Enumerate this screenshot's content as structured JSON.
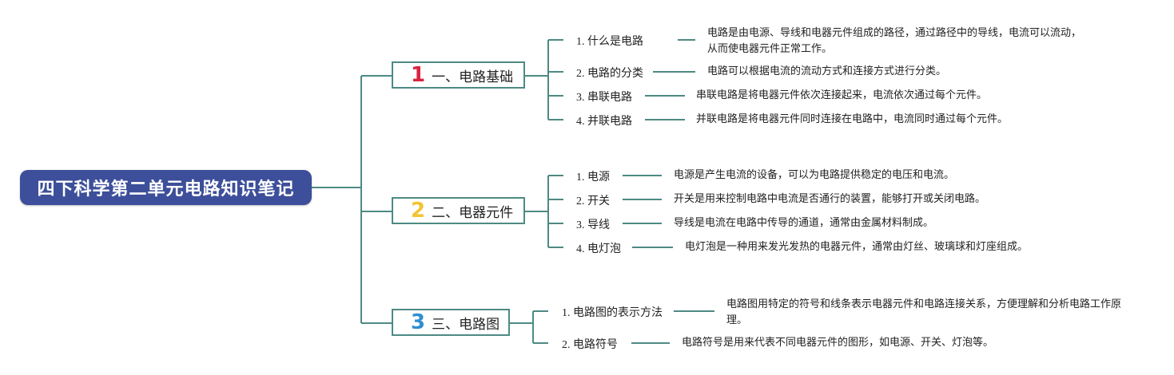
{
  "root": {
    "title": "四下科学第二单元电路知识笔记"
  },
  "branches": [
    {
      "num": "1",
      "title": "一、电路基础",
      "items": [
        {
          "label": "1. 什么是电路",
          "desc": "电路是由电源、导线和电器元件组成的路径，通过路径中的导线，电流可以流动，从而使电器元件正常工作。"
        },
        {
          "label": "2. 电路的分类",
          "desc": "电路可以根据电流的流动方式和连接方式进行分类。"
        },
        {
          "label": "3. 串联电路",
          "desc": "串联电路是将电器元件依次连接起来，电流依次通过每个元件。"
        },
        {
          "label": "4. 并联电路",
          "desc": "并联电路是将电器元件同时连接在电路中，电流同时通过每个元件。"
        }
      ]
    },
    {
      "num": "2",
      "title": "二、电器元件",
      "items": [
        {
          "label": "1. 电源",
          "desc": "电源是产生电流的设备，可以为电路提供稳定的电压和电流。"
        },
        {
          "label": "2. 开关",
          "desc": "开关是用来控制电路中电流是否通行的装置，能够打开或关闭电路。"
        },
        {
          "label": "3. 导线",
          "desc": "导线是电流在电路中传导的通道，通常由金属材料制成。"
        },
        {
          "label": "4. 电灯泡",
          "desc": "电灯泡是一种用来发光发热的电器元件，通常由灯丝、玻璃球和灯座组成。"
        }
      ]
    },
    {
      "num": "3",
      "title": "三、电路图",
      "items": [
        {
          "label": "1. 电路图的表示方法",
          "desc": "电路图用特定的符号和线条表示电器元件和电路连接关系，方便理解和分析电路工作原理。"
        },
        {
          "label": "2. 电路符号",
          "desc": "电路符号是用来代表不同电器元件的图形，如电源、开关、灯泡等。"
        }
      ]
    }
  ],
  "colors": {
    "root_bg": "#3d4f9a",
    "line": "#4d8a83",
    "num1": "#d9243f",
    "num2": "#f2c431",
    "num3": "#2f8fd0"
  }
}
